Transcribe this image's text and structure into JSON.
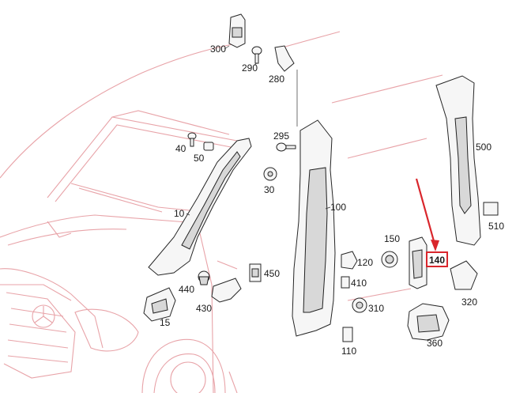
{
  "diagram": {
    "colors": {
      "van_outline": "#e8a3a8",
      "part_outline": "#262626",
      "highlight": "#d9262c"
    },
    "labels": {
      "p300": "300",
      "p290": "290",
      "p280": "280",
      "p295": "295",
      "p40": "40",
      "p50": "50",
      "p30": "30",
      "p10": "10",
      "p100": "100",
      "p500": "500",
      "p510": "510",
      "p150": "150",
      "p120": "120",
      "p140": "140",
      "p410": "410",
      "p310": "310",
      "p320": "320",
      "p440": "440",
      "p450": "450",
      "p430": "430",
      "p15": "15",
      "p110": "110",
      "p360": "360"
    },
    "highlighted_part": "140",
    "arrow": {
      "color": "#d9262c",
      "target": "140"
    }
  }
}
